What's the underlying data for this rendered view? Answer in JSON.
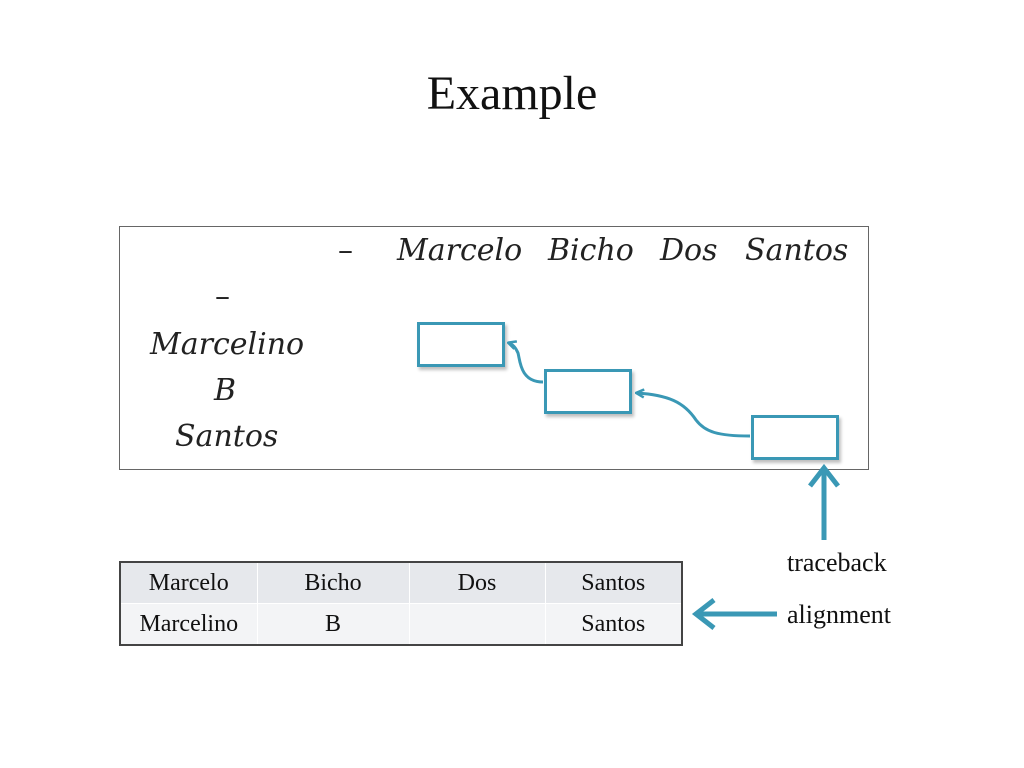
{
  "slide": {
    "title": "Example"
  },
  "matrix": {
    "column_headers": [
      "–",
      "Marcelo",
      "Bicho",
      "Dos",
      "Santos"
    ],
    "row_headers": [
      "–",
      "Marcelino",
      "B",
      "Santos"
    ]
  },
  "alignment_table": {
    "rows": [
      [
        "Marcelo",
        "Bicho",
        "Dos",
        "Santos"
      ],
      [
        "Marcelino",
        "B",
        "",
        "Santos"
      ]
    ]
  },
  "labels": {
    "traceback": "traceback",
    "alignment": "alignment"
  },
  "colors": {
    "accent": "#3a98b5",
    "border": "#666666",
    "table_header_bg": "#e6e8ec"
  }
}
